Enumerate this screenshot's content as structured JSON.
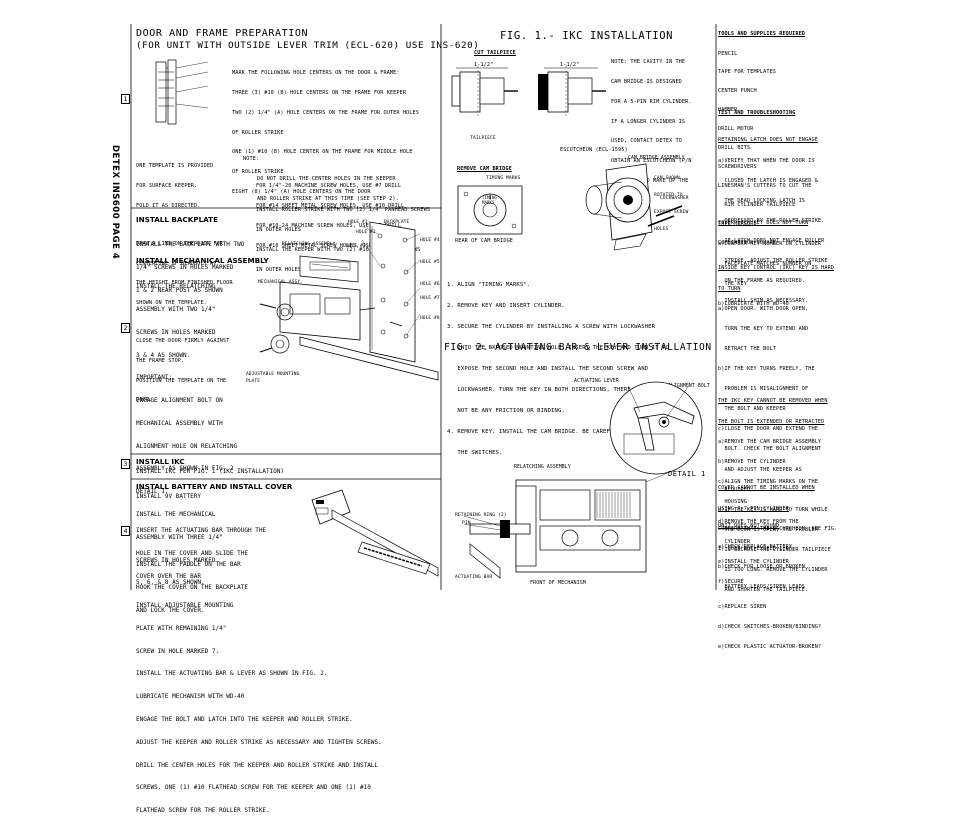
{
  "side_label": "DETEX INS600 PAGE 4",
  "door_frame": {
    "title1": "DOOR AND FRAME PREPARATION",
    "title2": "(FOR UNIT WITH OUTSIDE LEVER TRIM (ECL-620) USE INS-620)",
    "mark_lines": [
      "MARK THE FOLLOWING HOLE CENTERS ON THE DOOR & FRAME:",
      "THREE (3) #10 (B) HOLE CENTERS ON THE FRAME FOR KEEPER",
      "TWO (2) 1/4\" (A) HOLE CENTERS ON THE FRAME FOR OUTER HOLES",
      "OF ROLLER STRIKE",
      "ONE (1) #10 (B) HOLE CENTER ON THE FRAME FOR MIDDLE HOLE",
      "OF ROLLER STRIKE",
      "EIGHT (8) 1/4\" (A) HOLE CENTERS ON THE DOOR"
    ],
    "note_label": "NOTE:",
    "note_lines": [
      "DO NOT DRILL THE CENTER HOLES IN THE KEEPER",
      "AND ROLLER STRIKE AT THIS TIME (SEE STEP 2)."
    ],
    "screw_lines": [
      "FOR 1/4\"-20 MACHINE SCREW HOLES, USE #7 DRILL",
      "FOR #14 SHEET METAL SCREW HOLES, USE #10 DRILL",
      "FOR #10-24 MACHINE SCREW HOLES, USE #25 DRILL",
      "FOR #10 SHEET METAL SCREW HOLES, USE #30 DRILL"
    ],
    "install_lines": [
      "INSTALL ROLLER STRIKE WITH TWO (2) 1/4\" PANHEAD SCREWS",
      "IN OUTER HOLES",
      "INSTALL THE KEEPER WITH TWO (2) #10 FLATHEAD SCREWS",
      "IN OUTER HOLES"
    ],
    "left_lines1": [
      "ONE TEMPLATE IS PROVIDED",
      "FOR SURFACE KEEPER.",
      "FOLD IT AS DIRECTED."
    ],
    "left_lines2": [
      "DRAW A LINE ON THE DOOR FOR",
      "CENTERLINE OF DEADBOLT AT",
      "THE HEIGHT FROM FINISHED FLOOR",
      "SHOWN ON THE TEMPLATE."
    ],
    "left_lines3": [
      "CLOSE THE DOOR FIRMLY AGAINST",
      "THE FRAME STOP.",
      "POSITION THE TEMPLATE ON THE",
      "DOOR."
    ]
  },
  "steps": {
    "s1": "1",
    "s2": "2",
    "s3": "3",
    "s4": "4"
  },
  "backplate": {
    "title": "INSTALL BACKPLATE",
    "lines": [
      "INSTALL THE BACKPLATE WITH TWO",
      "1/4\" SCREWS IN HOLES MARKED",
      "1 & 2 NEAR POST AS SHOWN"
    ]
  },
  "mechanical": {
    "title": "INSTALL MECHANICAL ASSEMBLY",
    "lines": [
      "INSTALL THE RELATCHING",
      "ASSEMBLY WITH TWO 1/4\"",
      "SCREWS IN HOLES MARKED",
      "3 & 4 AS SHOWN.",
      "IMPORTANT:",
      "ENGAGE ALIGNMENT BOLT ON",
      "MECHANICAL ASSEMBLY WITH",
      "ALIGNMENT HOLE ON RELATCHING",
      "ASSEMBLY AS SHOWN IN FIG. 2",
      "DETAIL 1.",
      "INSTALL THE MECHANICAL",
      "ASSEMBLY WITH THREE 1/4\"",
      "SCREWS IN HOLES MARKED",
      "5, 6, & 8 AS SHOWN.",
      "INSTALL ADJUSTABLE MOUNTING",
      "PLATE WITH REMAINING 1/4\"",
      "SCREW IN HOLE MARKED 7.",
      "INSTALL THE ACTUATING BAR & LEVER AS SHOWN IN FIG. 2.",
      "LUBRICATE MECHANISM WITH WD-40",
      "ENGAGE THE BOLT AND LATCH INTO THE KEEPER AND ROLLER STRIKE.",
      "ADJUST THE KEEPER AND ROLLER STRIKE AS NECESSARY AND TIGHTEN SCREWS.",
      "DRILL THE CENTER HOLES FOR THE KEEPER AND ROLLER STRIKE AND INSTALL",
      "SCREWS. ONE (1) #10 FLATHEAD SCREW FOR THE KEEPER AND ONE (1) #10",
      "FLATHEAD SCREW FOR THE ROLLER STRIKE."
    ],
    "labels": {
      "backplate": "BACKPLATE",
      "relatching": "RELATCHING ASSEMBLY",
      "mechanical": "MECHANICAL ASSY.",
      "adjustable": "ADJUSTABLE MOUNTING PLATE",
      "holes": [
        "HOLE #1",
        "HOLE #2",
        "HOLE #3",
        "HOLE #4",
        "HOLE #5",
        "HOLE #6",
        "HOLE #7",
        "HOLE #8"
      ]
    }
  },
  "ikc_step": {
    "title": "INSTALL IKC",
    "line": "INSTALL IKC PER FIG. 1 (IKC INSTALLATION)"
  },
  "battery": {
    "title": "INSTALL BATTERY AND INSTALL COVER",
    "line1": "INSTALL 9V BATTERY",
    "lines2": [
      "INSERT THE ACTUATING BAR THROUGH THE",
      "HOLE IN THE COVER AND SLIDE THE",
      "COVER OVER THE BAR"
    ],
    "lines3": [
      "INSTALL THE PADDLE ON THE BAR",
      "HOOK THE COVER ON THE BACKPLATE",
      "AND LOCK THE COVER."
    ]
  },
  "fig1": {
    "title": "FIG. 1.- IKC INSTALLATION",
    "cut_tailpiece": "CUT TAILPIECE",
    "dim1": "1-1/2\"",
    "dim2": "1-1/2\"",
    "tailpiece": "TAILPIECE",
    "escutcheon": "ESCUTCHEON (ECL-1595)",
    "note_lines": [
      "NOTE: THE CAVITY IN THE",
      "CAM BRIDGE IS DESIGNED",
      "FOR A 5-PIN RIM CYLINDER.",
      "IF A LONGER CYLINDER IS",
      "USED, CONTACT DETEX TO",
      "OBTAIN AN ESCUTCHEON (P/N",
      "ECL-1595) TO MAKE UP THE",
      "GAP."
    ],
    "remove_cam": "REMOVE CAM BRIDGE",
    "timing_marks": "TIMING MARKS",
    "timing_marks2": "TIMING MARKS",
    "rear_cam": "REAR OF CAM BRIDGE",
    "cam_assembly": "CAM BRIDGE ASSEMBLY",
    "cam_shown": [
      "CAM SHOWN",
      "ROTATED TO",
      "EXPOSE SCREW",
      "HOLES"
    ],
    "lockwasher": "LOCKWASHER",
    "steps": [
      "1. ALIGN \"TIMING MARKS\".",
      "2. REMOVE KEY AND INSERT CYLINDER.",
      "3. SECURE THE CYLINDER BY INSTALLING A SCREW WITH LOCKWASHER",
      "   INTO THE EXPOSED MOUNTING HOLE. INSERT THE KEY AND TURN IT TO",
      "   EXPOSE THE SECOND HOLE AND INSTALL THE SECOND SCREW AND",
      "   LOCKWASHER. TURN THE KEY IN BOTH DIRECTIONS, THERE MUST",
      "   NOT BE ANY FRICTION OR BINDING.",
      "4. REMOVE KEY, INSTALL THE CAM BRIDGE. BE CAREFUL NOT TO DAMAGE",
      "   THE SWITCHES."
    ]
  },
  "fig2": {
    "title": "FIG. 2.-ACTUATING BAR & LEVER INSTALLATION",
    "actuating_lever": "ACTUATING LEVER",
    "alignment_bolt": "ALIGNMENT BOLT",
    "detail": "DETAIL 1",
    "relatching": "RELATCHING ASSEMBLY",
    "retaining_ring": "RETAINING RING (2)",
    "pin": "PIN",
    "actuating_bar": "ACTUATING BAR",
    "front": "FRONT OF MECHANISM"
  },
  "tools": {
    "title": "TOOLS AND SUPPLIES REQUIRED",
    "items": [
      "PENCIL",
      "TAPE FOR TEMPLATES",
      "CENTER PUNCH",
      "HAMMER",
      "DRILL MOTOR",
      "DRILL BITS",
      "SCREWDRIVERS",
      "LINESMAN'S CUTTERS TO CUT THE",
      "  RIM CYLINDER TAILPIECE",
      "TAPE MEASURE",
      "COMBINATION SQUARE"
    ]
  },
  "troubleshooting": {
    "title": "TEST AND TROUBLESHOOTING",
    "s1_title": "RETAINING LATCH DOES NOT ENGAGE",
    "s1": [
      "a)VERIFY THAT WHEN THE DOOR IS",
      "  CLOSED THE LATCH IS ENGAGED &",
      "  THE DEAD LOCKING LATCH IS",
      "  DEPRESSED BY THE ROLLER STRIKE.",
      "  IF LATCH DOES NOT ENGAGE ROLLER",
      "  STRIKE, ADJUST THE ROLLER STRIKE",
      "  ON THE FRAME AS REQUIRED.",
      "  INSTALL SHIM AS NECESSARY."
    ],
    "s2_title": "COVER LOCK KEY DOES NOT TURN",
    "s2": [
      "a)CONFIRM KEY NUMBER ON CYLINDER",
      "  FACEPLATE MATCHES NUMBER ON",
      "  THE KEY",
      "b)LUBRICATE WITH WD-40"
    ],
    "s3_title": [
      "INSIDE KEY CONTROL (IKC) KEY IS HARD",
      "TO TURN"
    ],
    "s3": [
      "a)OPEN DOOR. WITH DOOR OPEN,",
      "  TURN THE KEY TO EXTEND AND",
      "  RETRACT THE BOLT",
      "b)IF THE KEY TURNS FREELY, THE",
      "  PROBLEM IS MISALIGNMENT OF",
      "  THE BOLT AND KEEPER",
      "c)CLOSE THE DOOR AND EXTEND THE",
      "  BOLT. CHECK THE BOLT ALIGNMENT",
      "  AND ADJUST THE KEEPER AS",
      "  REQUIRED",
      "d)IF THE KEY IS HARD TO TURN WHILE",
      "  THE DOOR IS OPEN, THE PROBLEM",
      "  IS BECAUSE THE CYLINDER TAILPIECE",
      "  IS TOO LONG. REMOVE THE CYLINDER",
      "  AND SHORTEN THE TAILPIECE."
    ],
    "s4_title": [
      "THE IKC KEY CANNOT BE REMOVED WHEN",
      "THE BOLT IS EXTENDED OR RETRACTED"
    ],
    "s4": [
      "a)REMOVE THE CAM BRIDGE ASSEMBLY",
      "b)REMOVE THE CYLINDER",
      "c)ALIGN THE TIMING MARKS ON THE",
      "  HOUSING",
      "d)REMOVE THE KEY FROM THE",
      "  CYLINDER",
      "e)INSTALL THE CYLINDER",
      "f)SECURE"
    ],
    "s5_title": [
      "COVER CANNOT BE INSTALLED WHEN",
      "USING A 7-PIN CYLINDER"
    ],
    "s5": [
      "CONFIRM THAT THE ESCUTCHEON (SEE FIG.",
      "1) DOES NOT EXCEED 1/4\"."
    ],
    "s6_title": "UNIT DOES NOT SOUND",
    "s6": [
      "a)CHECK/REPLACE BATTERY",
      "b)CHECK FOR LOOSE OR BROKEN",
      "  BATTERY LEADS/SIREN LEADS",
      "c)REPLACE SIREN",
      "d)CHECK SWITCHES-BROKEN/BINDING?",
      "e)CHECK PLASTIC ACTUATOR-BROKEN?"
    ]
  }
}
